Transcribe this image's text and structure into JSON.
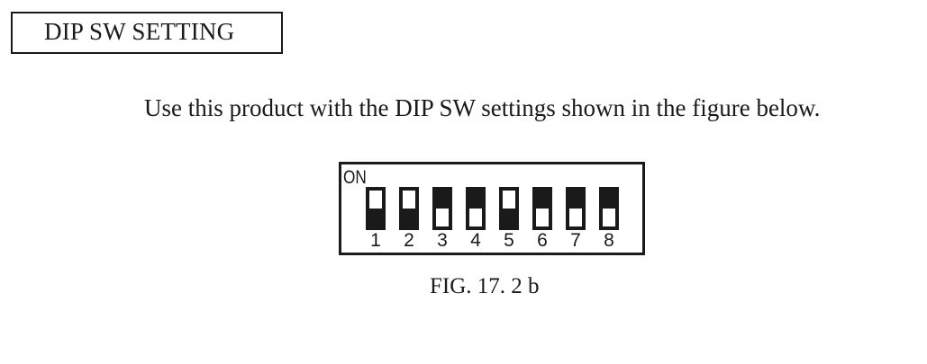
{
  "section": {
    "title": "DIP SW SETTING"
  },
  "intro": "Use this product with the DIP SW settings shown in the figure below.",
  "dip": {
    "on_label": "ON",
    "switches": [
      {
        "number": "1",
        "state": "on"
      },
      {
        "number": "2",
        "state": "on"
      },
      {
        "number": "3",
        "state": "off"
      },
      {
        "number": "4",
        "state": "off"
      },
      {
        "number": "5",
        "state": "on"
      },
      {
        "number": "6",
        "state": "off"
      },
      {
        "number": "7",
        "state": "off"
      },
      {
        "number": "8",
        "state": "off"
      }
    ]
  },
  "figure": {
    "caption": "FIG. 17. 2 b"
  },
  "colors": {
    "ink": "#1a1a1a",
    "paper": "#ffffff"
  }
}
